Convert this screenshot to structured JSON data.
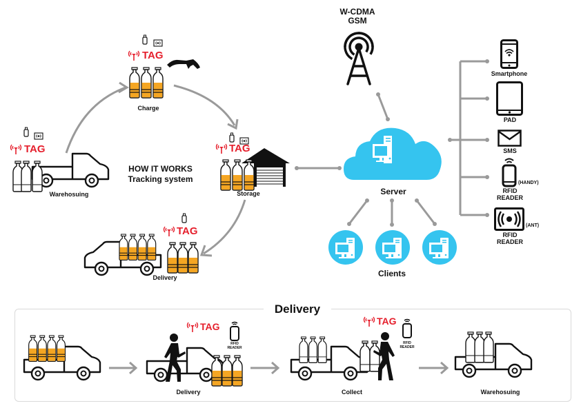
{
  "diagram": {
    "title_line1": "HOW IT WORKS",
    "title_line2": "Tracking system",
    "tag_label": "TAG",
    "cycle_steps": [
      {
        "id": "warehousing",
        "label": "Warehosuing"
      },
      {
        "id": "charge",
        "label": "Charge"
      },
      {
        "id": "storage",
        "label": "Storage"
      },
      {
        "id": "delivery",
        "label": "Delivery"
      }
    ],
    "network": {
      "tower_line1": "W-CDMA",
      "tower_line2": "GSM",
      "server_label": "Server",
      "clients_label": "Clients"
    },
    "devices": [
      {
        "id": "smartphone",
        "label": "Smartphone",
        "note": ""
      },
      {
        "id": "pad",
        "label": "PAD",
        "note": ""
      },
      {
        "id": "sms",
        "label": "SMS",
        "note": ""
      },
      {
        "id": "rfid-handy",
        "label_line1": "RFID",
        "label_line2": "READER",
        "note": "(HANDY)"
      },
      {
        "id": "rfid-ant",
        "label_line1": "RFID",
        "label_line2": "READER",
        "note": "(ANT)"
      }
    ],
    "delivery_panel": {
      "title": "Delivery",
      "steps": [
        {
          "label": ""
        },
        {
          "label": "Delivery"
        },
        {
          "label": "Collect"
        },
        {
          "label": "Warehosuing"
        }
      ],
      "reader_line1": "RFID",
      "reader_line2": "READER"
    },
    "colors": {
      "tag_red": "#e51f2c",
      "gas_orange": "#f5a623",
      "cloud_blue": "#35c4ef",
      "connector_gray": "#9a9a9a"
    }
  }
}
